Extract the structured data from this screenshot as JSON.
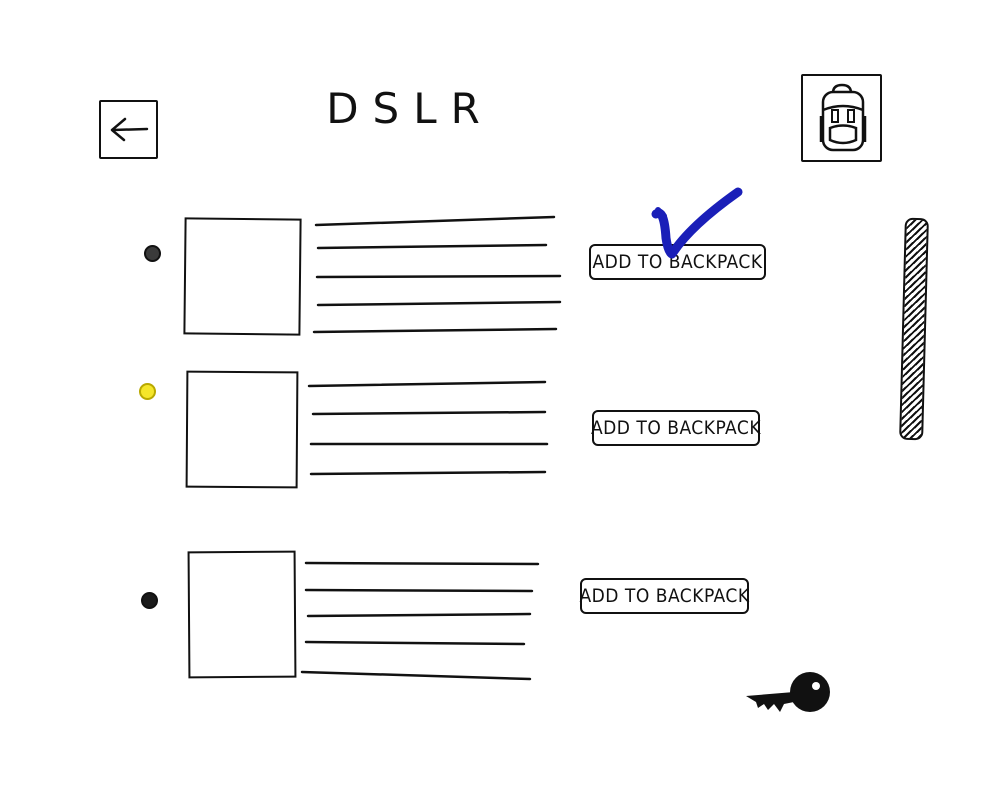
{
  "header": {
    "title": "DSLR",
    "back_icon": "arrow-left-icon",
    "backpack_icon": "backpack-icon"
  },
  "products": [
    {
      "status_dot_color": "#3a3a3a",
      "add_label": "ADD TO BACKPACK",
      "added": true
    },
    {
      "status_dot_color": "#f5e62a",
      "add_label": "ADD TO BACKPACK",
      "added": false
    },
    {
      "status_dot_color": "#1a1a1a",
      "add_label": "ADD TO BACKPACK",
      "added": false
    }
  ],
  "icons": {
    "added_mark": "checkmark-icon",
    "bottom_icon": "key-icon"
  },
  "colors": {
    "ink": "#111111",
    "check": "#1a1fb8",
    "highlight_dot": "#f5e62a"
  }
}
